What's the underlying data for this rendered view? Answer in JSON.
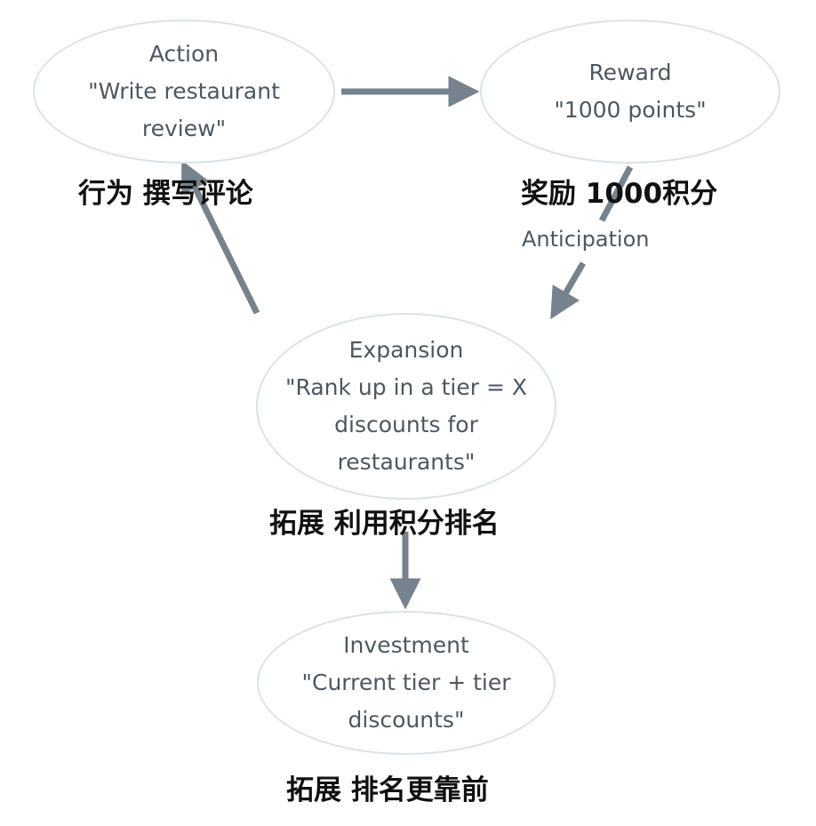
{
  "nodes": {
    "action": {
      "title": "Action",
      "lines": [
        "\"Write restaurant",
        "review\""
      ],
      "cn_label": "行为 撰写评论"
    },
    "reward": {
      "title": "Reward",
      "lines": [
        "\"1000 points\""
      ],
      "cn_label": "奖励 1000积分"
    },
    "expansion": {
      "title": "Expansion",
      "lines": [
        "\"Rank up in a tier = X",
        "discounts for",
        "restaurants\""
      ],
      "cn_label": "拓展 利用积分排名"
    },
    "investment": {
      "title": "Investment",
      "lines": [
        "\"Current tier + tier",
        "discounts\""
      ],
      "cn_label": "拓展 排名更靠前"
    }
  },
  "edges": {
    "anticipation_label": "Anticipation"
  },
  "colors": {
    "node_border": "#dde2e7",
    "node_text": "#4d5760",
    "arrow": "#76828e",
    "cn_text": "#111111"
  }
}
